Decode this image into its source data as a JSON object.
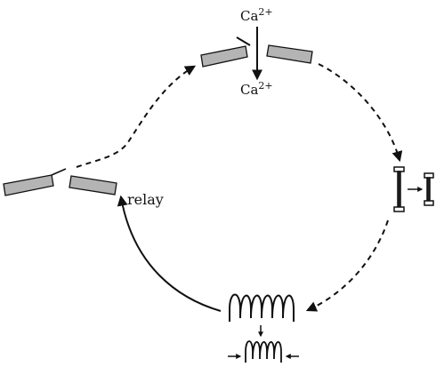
{
  "ion_top": {
    "symbol": "Ca",
    "charge": "2+"
  },
  "ion_bottom": {
    "symbol": "Ca",
    "charge": "2+"
  },
  "relay_label": "relay",
  "colors": {
    "membrane_fill": "#b4b4b4",
    "stroke": "#111111",
    "background": "#ffffff"
  }
}
